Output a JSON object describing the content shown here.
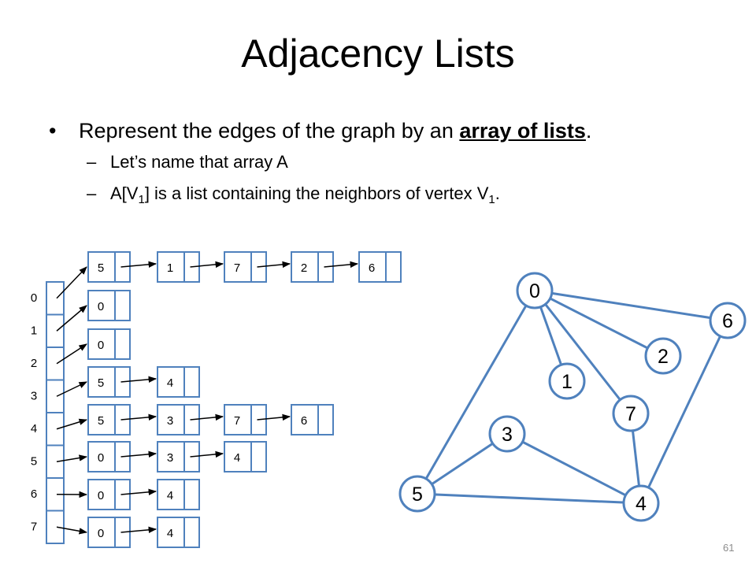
{
  "slide": {
    "title": "Adjacency Lists",
    "bullet": {
      "before": "Represent the edges of the graph by an ",
      "emphasis": "array of lists",
      "after": "."
    },
    "sub_bullets": [
      {
        "text": "Let’s name that array A"
      },
      {
        "pre": "A[V",
        "sub": "1",
        "mid": "] is a list containing the neighbors of vertex V",
        "sub2": "1",
        "post": "."
      }
    ],
    "page_number": "61"
  },
  "colors": {
    "accent": "#4f81bd",
    "text": "#000000",
    "page_number": "#8c8c8c"
  },
  "array": {
    "indices": [
      "0",
      "1",
      "2",
      "3",
      "4",
      "5",
      "6",
      "7"
    ],
    "lists": [
      [
        "5",
        "1",
        "7",
        "2",
        "6"
      ],
      [
        "0"
      ],
      [
        "0"
      ],
      [
        "5",
        "4"
      ],
      [
        "5",
        "3",
        "7",
        "6"
      ],
      [
        "0",
        "3",
        "4"
      ],
      [
        "0",
        "4"
      ],
      [
        "0",
        "4"
      ]
    ]
  },
  "graph": {
    "nodes": [
      "0",
      "6",
      "2",
      "1",
      "7",
      "3",
      "5",
      "4"
    ],
    "edges": [
      [
        "0",
        "6"
      ],
      [
        "0",
        "2"
      ],
      [
        "0",
        "1"
      ],
      [
        "0",
        "7"
      ],
      [
        "0",
        "5"
      ],
      [
        "6",
        "4"
      ],
      [
        "7",
        "4"
      ],
      [
        "3",
        "5"
      ],
      [
        "3",
        "4"
      ],
      [
        "5",
        "4"
      ]
    ]
  }
}
